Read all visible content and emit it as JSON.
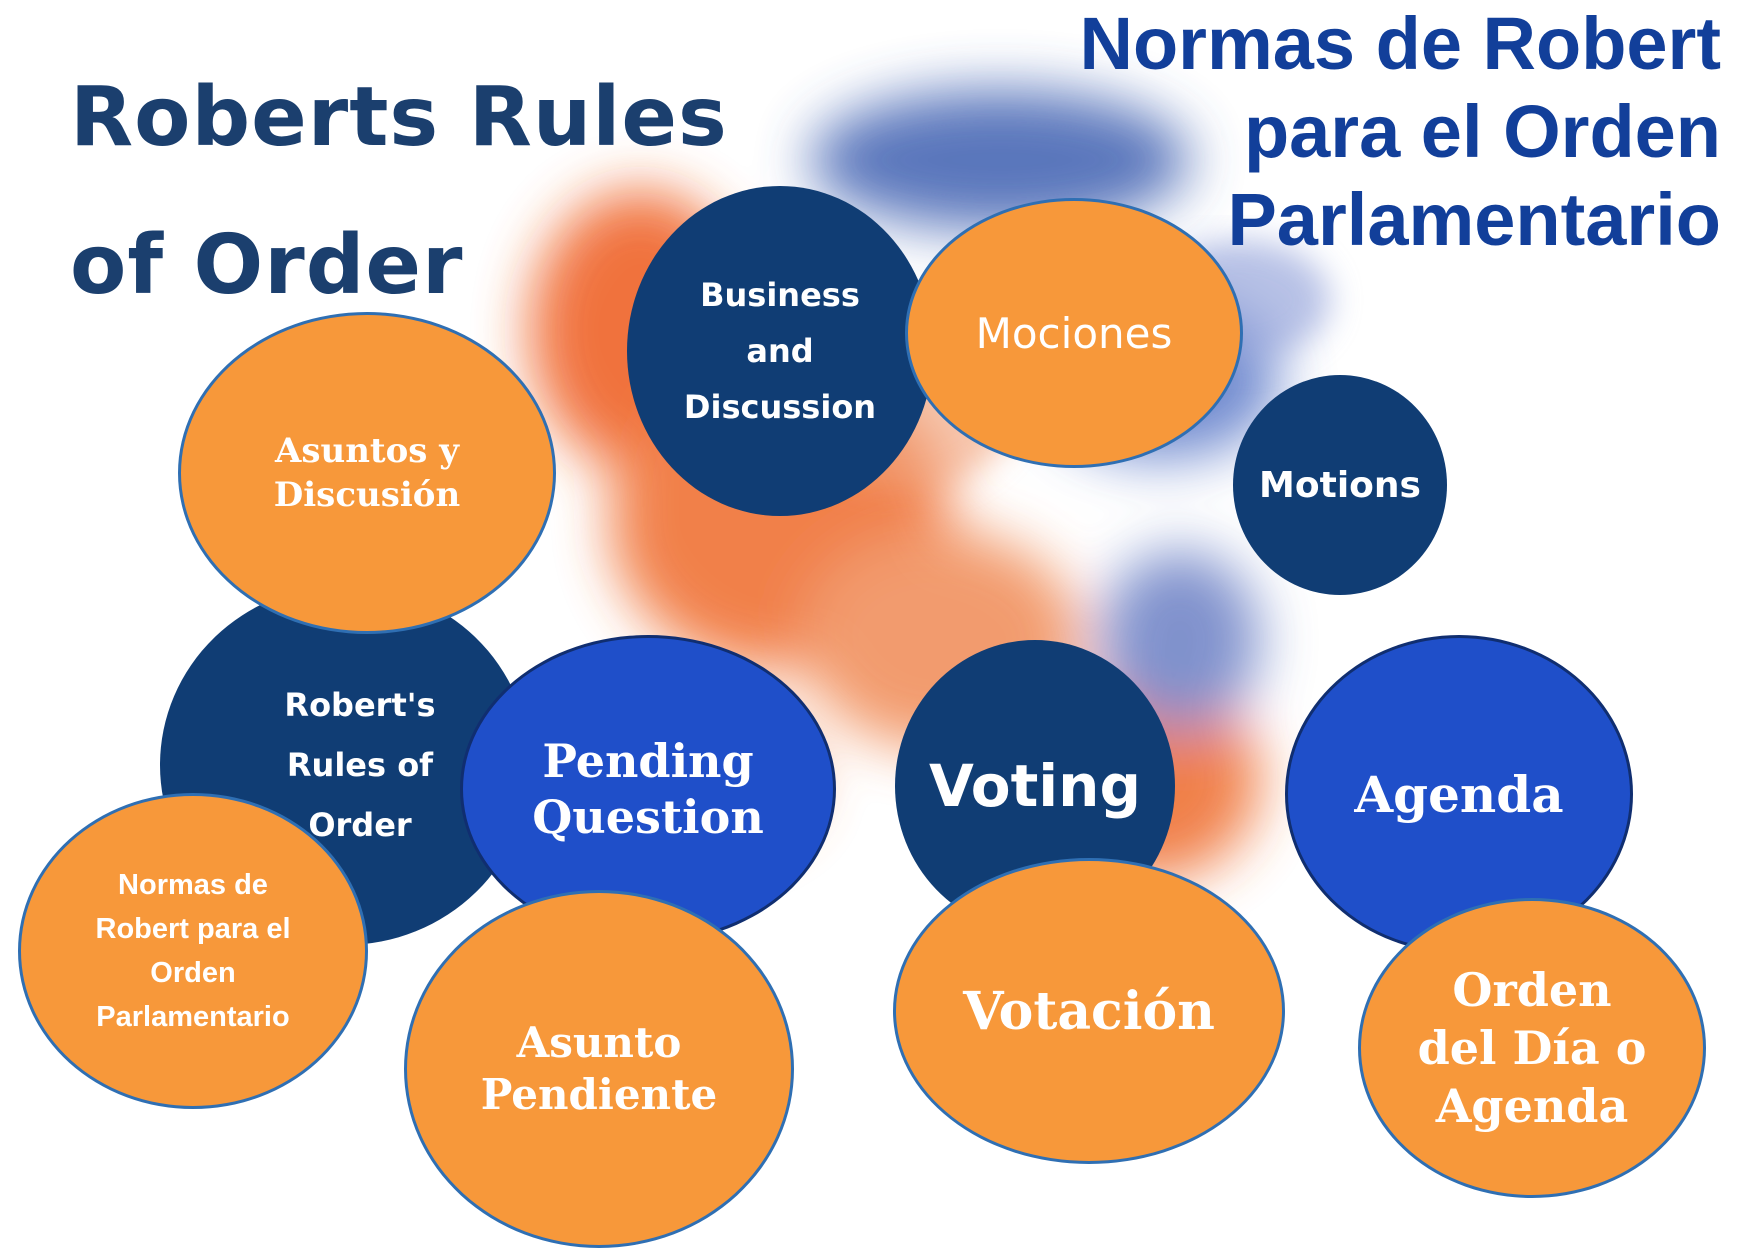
{
  "header": {
    "title_en_line1": "Roberts Rules",
    "title_en_line2": "of Order",
    "title_es": "Normas de Robert para el Orden Parlamentario"
  },
  "nodes": {
    "business_discussion": "Business and Discussion",
    "mociones": "Mociones",
    "motions": "Motions",
    "asuntos_discusion": "Asuntos y Discusión",
    "roberts_rules": "Robert's Rules of Order",
    "pending_question": "Pending Question",
    "voting": "Voting",
    "agenda": "Agenda",
    "normas_robert": "Normas de Robert para el Orden Parlamentario",
    "asunto_pendiente": "Asunto Pendiente",
    "votacion": "Votación",
    "orden_del_dia": "Orden del Día o Agenda"
  },
  "colors": {
    "navy": "#103d74",
    "blue": "#1f4fc9",
    "orange": "#f7983a",
    "title_blue": "#123f9a"
  }
}
